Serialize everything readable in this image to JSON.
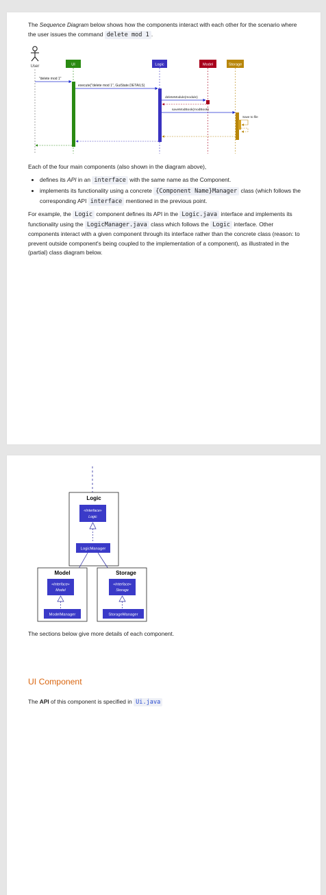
{
  "page1": {
    "intro": {
      "prefix": "The ",
      "emph": "Sequence Diagram",
      "suffix": " below shows how the components interact with each other for the scenario where the user issues the command ",
      "command": "delete mod 1",
      "end": "."
    },
    "sequence_diagram": {
      "actor": "User",
      "participants": {
        "ui": "UI",
        "logic": "Logic",
        "model": "Model",
        "storage": "Storage"
      },
      "messages": {
        "m1": "\"delete mod 1\"",
        "m2": "execute(\"delete mod 1\", GuiState.DETAILS)",
        "m3": "deleteModule(module)",
        "m4": "saveModBook(modBook)",
        "m5": "Save to file"
      },
      "colors": {
        "ui": "#2a8a12",
        "logic": "#3a32c0",
        "model": "#a8001c",
        "storage": "#b8860b",
        "solid_arrow": "#1f2ed1",
        "return_ui": "#2a8a12",
        "return_logic": "#3a32c0",
        "return_model": "#a8001c",
        "return_storage": "#b8860b"
      }
    },
    "components_intro": "Each of the four main components (also shown in the diagram above),",
    "bullets": [
      {
        "a": "defines its ",
        "em": "API",
        "b": " in an ",
        "code": "interface",
        "c": " with the same name as the Component."
      },
      {
        "a": "implements its functionality using a concrete ",
        "code": "{Component Name}Manager",
        "b": " class (which follows the corresponding API ",
        "code2": "interface",
        "c": " mentioned in the previous point."
      }
    ],
    "example": {
      "a": "For example, the ",
      "code1": "Logic",
      "b": " component defines its API in the ",
      "code2": "Logic.java",
      "c": " interface and implements its functionality using the ",
      "code3": "LogicManager.java",
      "d": " class which follows the ",
      "code4": "Logic",
      "e": " interface. Other components interact with a given component through its interface rather than the concrete class (reason: to prevent outside component's being coupled to the implementation of a component), as illustrated in the (partial) class diagram below."
    }
  },
  "page2": {
    "class_diagram": {
      "logic_pkg": "Logic",
      "model_pkg": "Model",
      "storage_pkg": "Storage",
      "stereotype": "«Interface»",
      "logic_iface": "Logic",
      "model_iface": "Model",
      "storage_iface": "Storage",
      "logic_manager": "LogicManager",
      "model_manager": "ModelManager",
      "storage_manager": "StorageManager",
      "colors": {
        "box": "#3a3ac8",
        "text": "#ffffff",
        "arrow": "#2a2aa0"
      }
    },
    "sections_text": "The sections below give more details of each component.",
    "ui_heading": "UI Component",
    "api_text": {
      "a": "The ",
      "strong": "API",
      "b": " of this component is specified in ",
      "code": "Ui.java"
    }
  }
}
